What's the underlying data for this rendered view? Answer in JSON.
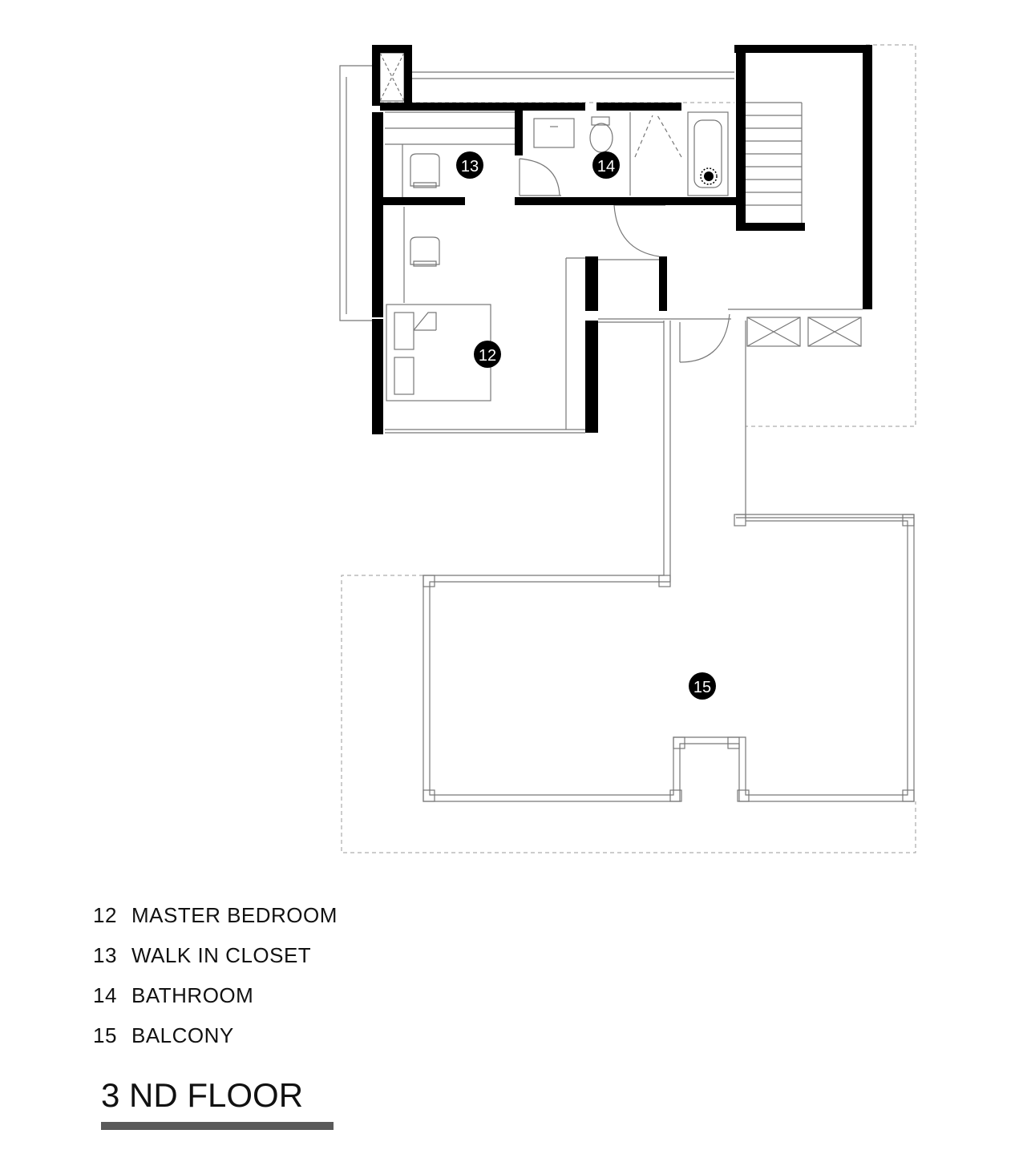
{
  "plan": {
    "markers": [
      {
        "id": "12"
      },
      {
        "id": "13"
      },
      {
        "id": "14"
      },
      {
        "id": "15"
      }
    ]
  },
  "legend": [
    {
      "number": "12",
      "label": "MASTER BEDROOM"
    },
    {
      "number": "13",
      "label": "WALK IN CLOSET"
    },
    {
      "number": "14",
      "label": "BATHROOM"
    },
    {
      "number": "15",
      "label": "BALCONY"
    }
  ],
  "title": "3 ND FLOOR",
  "colors": {
    "walls": "#000000",
    "lines": "#888888",
    "title_bar": "#5a5a5a"
  }
}
